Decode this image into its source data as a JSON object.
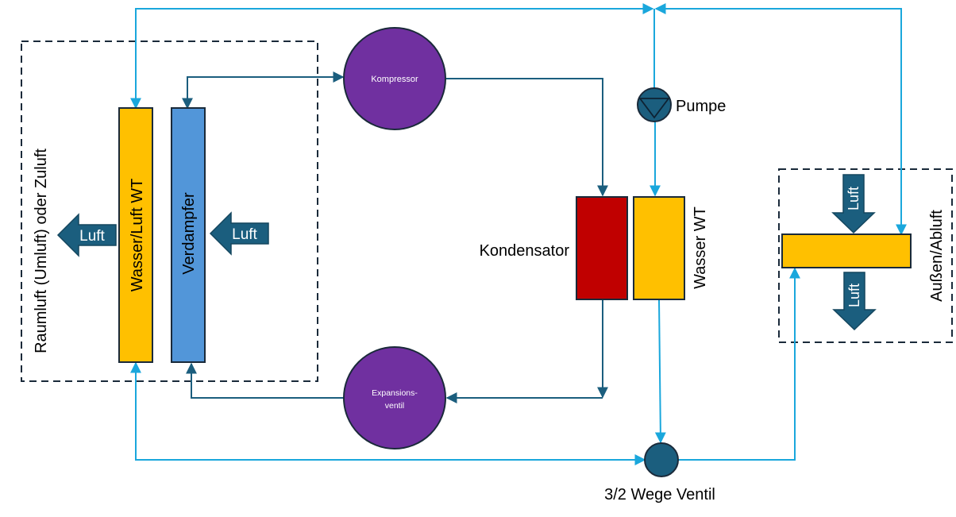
{
  "colors": {
    "water_line": "#1aa7dc",
    "refrigerant_line": "#1b5e7e",
    "component_purple": "#7030a0",
    "heat_exchanger_yellow": "#ffc000",
    "evaporator_blue": "#5296d9",
    "condenser_red": "#c00000",
    "dark_blue": "#1b5e7e",
    "outline": "#1a2a3a"
  },
  "labels": {
    "indoor_zone": "Raumluft (Umluft) oder Zuluft",
    "water_air_hx": "Wasser/Luft WT",
    "evaporator": "Verdampfer",
    "air_out_left": "Luft",
    "air_in_evaporator": "Luft",
    "compressor": "Kompressor",
    "expansion_valve_line1": "Expansions-",
    "expansion_valve_line2": "ventil",
    "condenser": "Kondensator",
    "water_hx": "Wasser WT",
    "pump": "Pumpe",
    "three_way_valve": "3/2 Wege Ventil",
    "outdoor_zone": "Außen/Abluft",
    "air_in_outdoor": "Luft",
    "air_out_outdoor": "Luft"
  }
}
